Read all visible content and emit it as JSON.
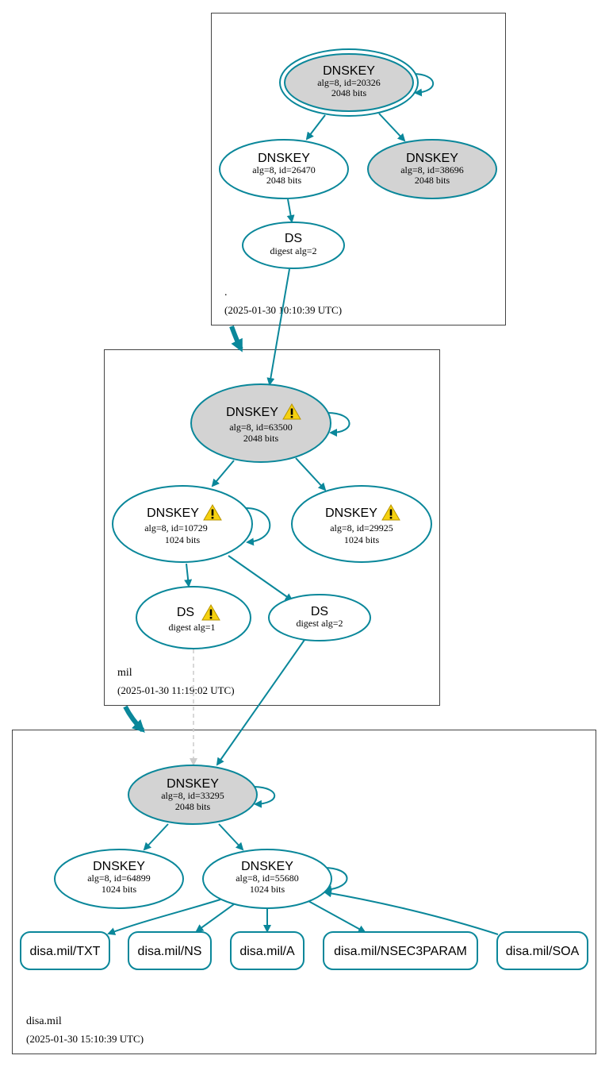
{
  "colors": {
    "edge": "#0a879a",
    "ksk_fill": "#d3d3d3",
    "zone_border": "#444444",
    "warning": "#f5d10f",
    "insecure_edge": "#cccccc"
  },
  "zones": {
    "root": {
      "name": ".",
      "timestamp": "(2025-01-30 10:10:39 UTC)"
    },
    "mil": {
      "name": "mil",
      "timestamp": "(2025-01-30 11:19:02 UTC)"
    },
    "disa": {
      "name": "disa.mil",
      "timestamp": "(2025-01-30 15:10:39 UTC)"
    }
  },
  "nodes": {
    "root_ksk": {
      "title": "DNSKEY",
      "l1": "alg=8, id=20326",
      "l2": "2048 bits"
    },
    "root_zsk1": {
      "title": "DNSKEY",
      "l1": "alg=8, id=26470",
      "l2": "2048 bits"
    },
    "root_zsk2": {
      "title": "DNSKEY",
      "l1": "alg=8, id=38696",
      "l2": "2048 bits"
    },
    "root_ds": {
      "title": "DS",
      "l1": "digest alg=2"
    },
    "mil_ksk": {
      "title": "DNSKEY",
      "l1": "alg=8, id=63500",
      "l2": "2048 bits"
    },
    "mil_zsk1": {
      "title": "DNSKEY",
      "l1": "alg=8, id=10729",
      "l2": "1024 bits"
    },
    "mil_zsk2": {
      "title": "DNSKEY",
      "l1": "alg=8, id=29925",
      "l2": "1024 bits"
    },
    "mil_ds1": {
      "title": "DS",
      "l1": "digest alg=1"
    },
    "mil_ds2": {
      "title": "DS",
      "l1": "digest alg=2"
    },
    "disa_ksk": {
      "title": "DNSKEY",
      "l1": "alg=8, id=33295",
      "l2": "2048 bits"
    },
    "disa_zsk1": {
      "title": "DNSKEY",
      "l1": "alg=8, id=64899",
      "l2": "1024 bits"
    },
    "disa_zsk2": {
      "title": "DNSKEY",
      "l1": "alg=8, id=55680",
      "l2": "1024 bits"
    }
  },
  "rrsets": {
    "txt": "disa.mil/TXT",
    "ns": "disa.mil/NS",
    "a": "disa.mil/A",
    "nsec3param": "disa.mil/NSEC3PARAM",
    "soa": "disa.mil/SOA"
  }
}
